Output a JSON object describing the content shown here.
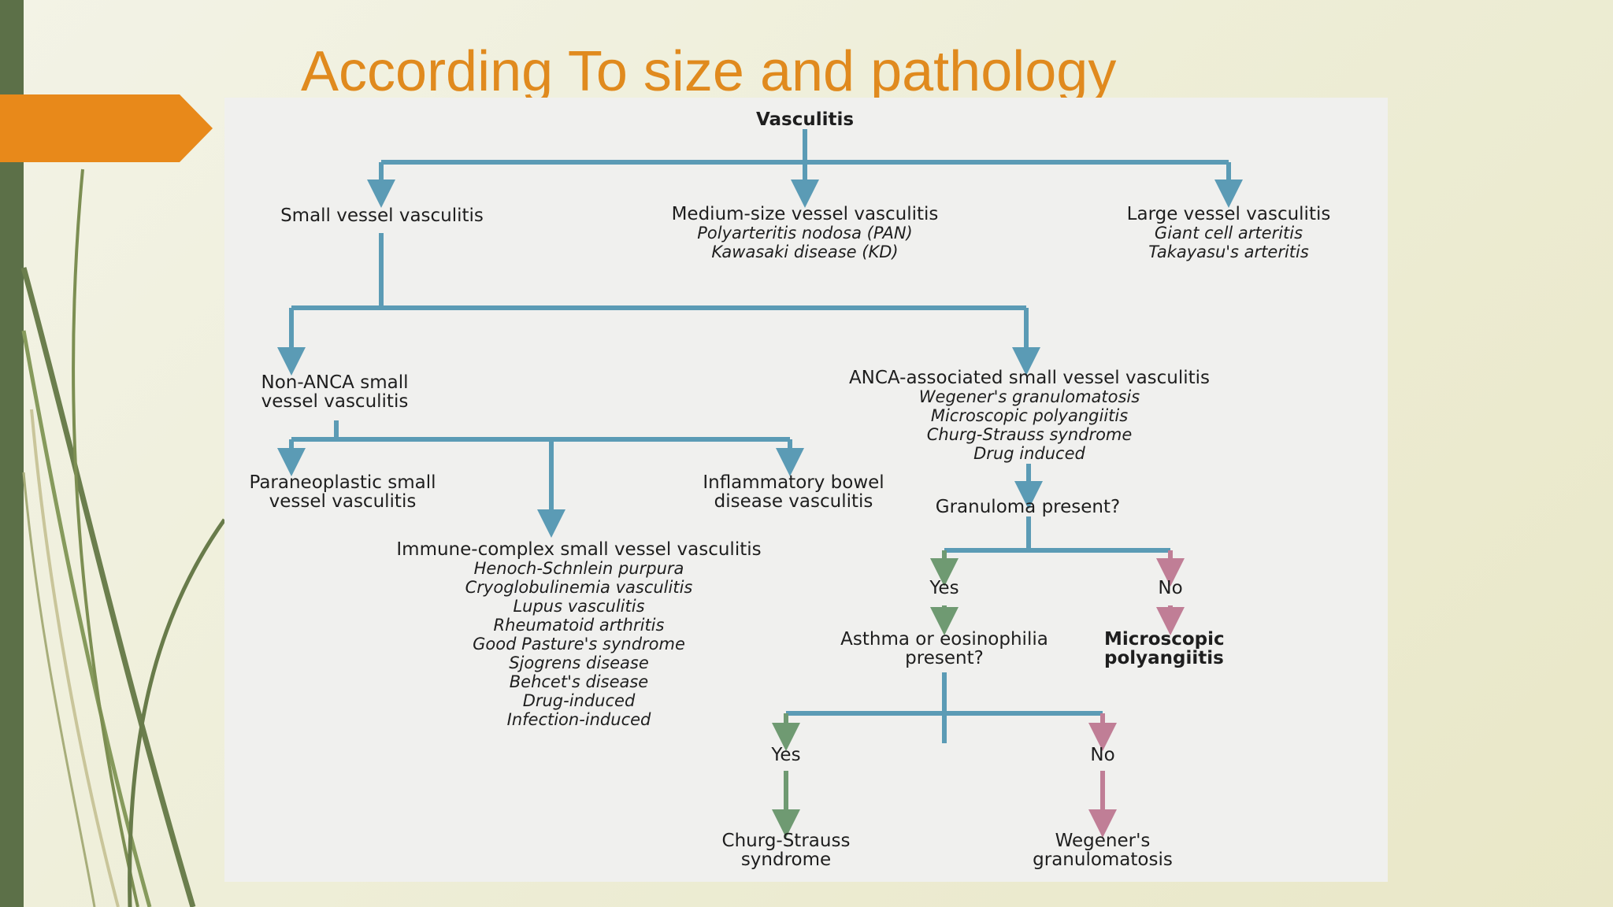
{
  "slide": {
    "title": "According  To size and pathology"
  },
  "colors": {
    "left_bar": "#5c7048",
    "arrow_tab": "#e08a1e",
    "title_text": "#e08a1e",
    "connector_blue": "#5b9bb5",
    "connector_green": "#6f9a72",
    "connector_pink": "#c07e96"
  },
  "diagram": {
    "root": "Vasculitis",
    "small_vessel": "Small vessel vasculitis",
    "medium": {
      "label": "Medium-size vessel vasculitis",
      "items": [
        "Polyarteritis nodosa (PAN)",
        "Kawasaki disease (KD)"
      ]
    },
    "large": {
      "label": "Large vessel vasculitis",
      "items": [
        "Giant cell arteritis",
        "Takayasu's arteritis"
      ]
    },
    "non_anca": {
      "line1": "Non-ANCA small",
      "line2": "vessel vasculitis"
    },
    "anca": {
      "label": "ANCA-associated small vessel vasculitis",
      "items": [
        "Wegener's granulomatosis",
        "Microscopic polyangiitis",
        "Churg-Strauss syndrome",
        "Drug induced"
      ]
    },
    "paraneoplastic": {
      "line1": "Paraneoplastic small",
      "line2": "vessel vasculitis"
    },
    "ibd": {
      "line1": "Inflammatory bowel",
      "line2": "disease vasculitis"
    },
    "immune_complex": {
      "label": "Immune-complex small vessel vasculitis",
      "items": [
        "Henoch-Schnlein purpura",
        "Cryoglobulinemia vasculitis",
        "Lupus vasculitis",
        "Rheumatoid arthritis",
        "Good Pasture's syndrome",
        "Sjogrens disease",
        "Behcet's disease",
        "Drug-induced",
        "Infection-induced"
      ]
    },
    "granuloma_q": "Granuloma present?",
    "yes1": "Yes",
    "no1": "No",
    "asthma_q": {
      "line1": "Asthma or eosinophilia",
      "line2": "present?"
    },
    "mpa": {
      "line1": "Microscopic",
      "line2": "polyangiitis"
    },
    "yes2": "Yes",
    "no2": "No",
    "css": {
      "line1": "Churg-Strauss",
      "line2": "syndrome"
    },
    "wg": {
      "line1": "Wegener's",
      "line2": "granulomatosis"
    }
  }
}
